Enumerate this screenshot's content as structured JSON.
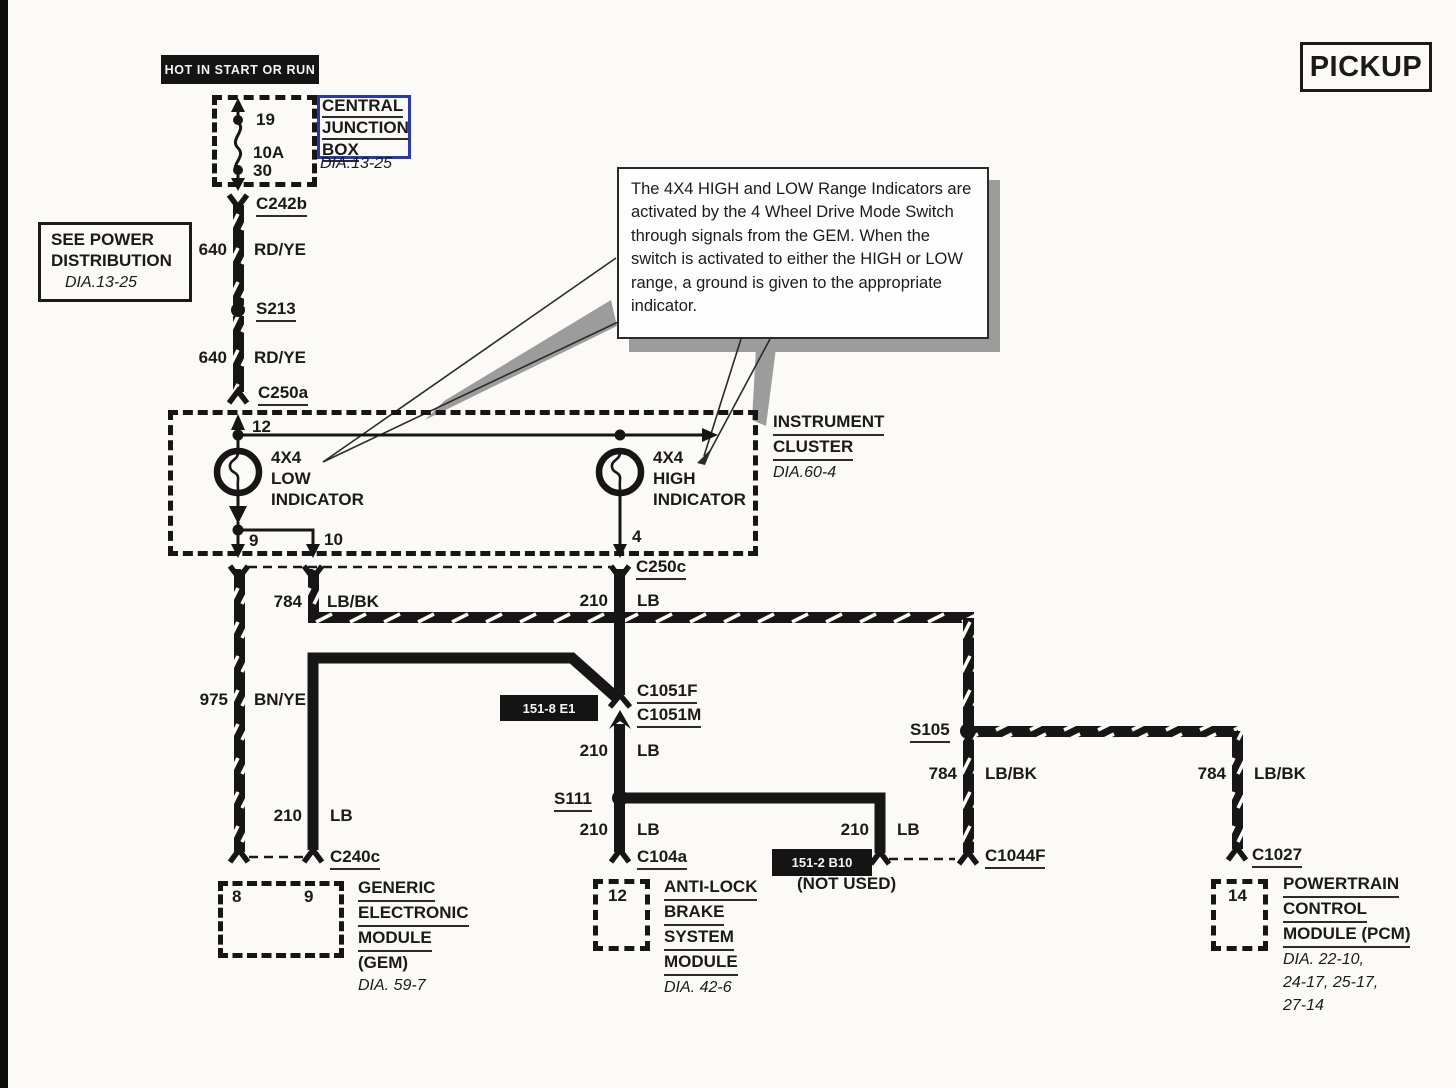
{
  "badge": {
    "pickup": "PICKUP"
  },
  "colors": {
    "ink": "#1a1a1a",
    "accent_blue": "#2936b5",
    "shadow_gray": "#9c9c9c",
    "paper": "#fbfaf7"
  },
  "power_feed": {
    "hot_tag": "HOT IN START OR RUN",
    "fuse_pin_in": "19",
    "fuse_rating": "10A",
    "fuse_pin_out": "30",
    "cjb": {
      "line1": "CENTRAL",
      "line2": "JUNCTION",
      "line3": "BOX",
      "dia": "DIA.13-25"
    },
    "see_power": {
      "line1": "SEE POWER",
      "line2": "DISTRIBUTION",
      "dia": "DIA.13-25"
    },
    "c242b": "C242b",
    "s213": "S213",
    "c250a": "C250a",
    "w640a": {
      "gauge": "640",
      "color": "RD/YE"
    },
    "w640b": {
      "gauge": "640",
      "color": "RD/YE"
    }
  },
  "cluster": {
    "pin12": "12",
    "pin9": "9",
    "pin10": "10",
    "pin4": "4",
    "low": [
      "4X4",
      "LOW",
      "INDICATOR"
    ],
    "high": [
      "4X4",
      "HIGH",
      "INDICATOR"
    ],
    "name": [
      "INSTRUMENT",
      "CLUSTER"
    ],
    "dia": "DIA.60-4",
    "c250c": "C250c"
  },
  "callout": {
    "text": "The 4X4 HIGH and LOW Range Indicators are activated by the 4 Wheel Drive Mode Switch through signals from the GEM. When the switch is activated to either the HIGH or LOW range, a ground is given to the appropriate indicator."
  },
  "mid": {
    "w784a": {
      "gauge": "784",
      "color": "LB/BK"
    },
    "w210a": {
      "gauge": "210",
      "color": "LB"
    },
    "w975": {
      "gauge": "975",
      "color": "BN/YE"
    },
    "grid_ref1": "151-8 E1",
    "c1051f": "C1051F",
    "c1051m": "C1051M",
    "w210b": {
      "gauge": "210",
      "color": "LB"
    },
    "s111": "S111",
    "w210c": {
      "gauge": "210",
      "color": "LB"
    },
    "w210d": {
      "gauge": "210",
      "color": "LB"
    },
    "w210e": {
      "gauge": "210",
      "color": "LB"
    },
    "grid_ref2": "151-2 B10",
    "not_used": "(NOT USED)",
    "s105": "S105",
    "w784b": {
      "gauge": "784",
      "color": "LB/BK"
    },
    "w784c": {
      "gauge": "784",
      "color": "LB/BK"
    },
    "c240c": "C240c",
    "c104a": "C104a",
    "c1044f": "C1044F",
    "c1027": "C1027"
  },
  "gem": {
    "pin8": "8",
    "pin9": "9",
    "label": [
      "GENERIC",
      "ELECTRONIC",
      "MODULE",
      "(GEM)"
    ],
    "dia": "DIA. 59-7"
  },
  "abs": {
    "pin12": "12",
    "label": [
      "ANTI-LOCK",
      "BRAKE",
      "SYSTEM",
      "MODULE"
    ],
    "dia": "DIA. 42-6"
  },
  "pcm": {
    "pin14": "14",
    "label": [
      "POWERTRAIN",
      "CONTROL",
      "MODULE (PCM)"
    ],
    "dia": [
      "DIA. 22-10,",
      "24-17, 25-17,",
      "27-14"
    ]
  }
}
